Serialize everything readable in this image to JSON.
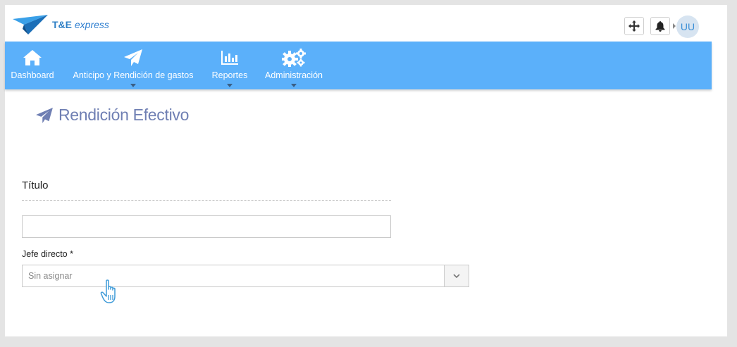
{
  "app": {
    "logo_text_bold": "T&E",
    "logo_text_italic": " express",
    "avatar_initials": "UU"
  },
  "nav": {
    "items": [
      {
        "label": "Dashboard",
        "icon": "home-icon",
        "has_dropdown": false
      },
      {
        "label": "Anticipo y Rendición de gastos",
        "icon": "paper-plane-icon",
        "has_dropdown": true
      },
      {
        "label": "Reportes",
        "icon": "bar-chart-icon",
        "has_dropdown": true
      },
      {
        "label": "Administración",
        "icon": "gears-icon",
        "has_dropdown": true
      }
    ]
  },
  "page": {
    "title": "Rendición Efectivo"
  },
  "form": {
    "section_title": "Título",
    "title_value": "",
    "jefe_label": "Jefe directo *",
    "jefe_value": "Sin asignar"
  },
  "colors": {
    "nav_bg": "#5bb0fa",
    "title_color": "#6f7fb3",
    "logo_color": "#2f80c6"
  }
}
